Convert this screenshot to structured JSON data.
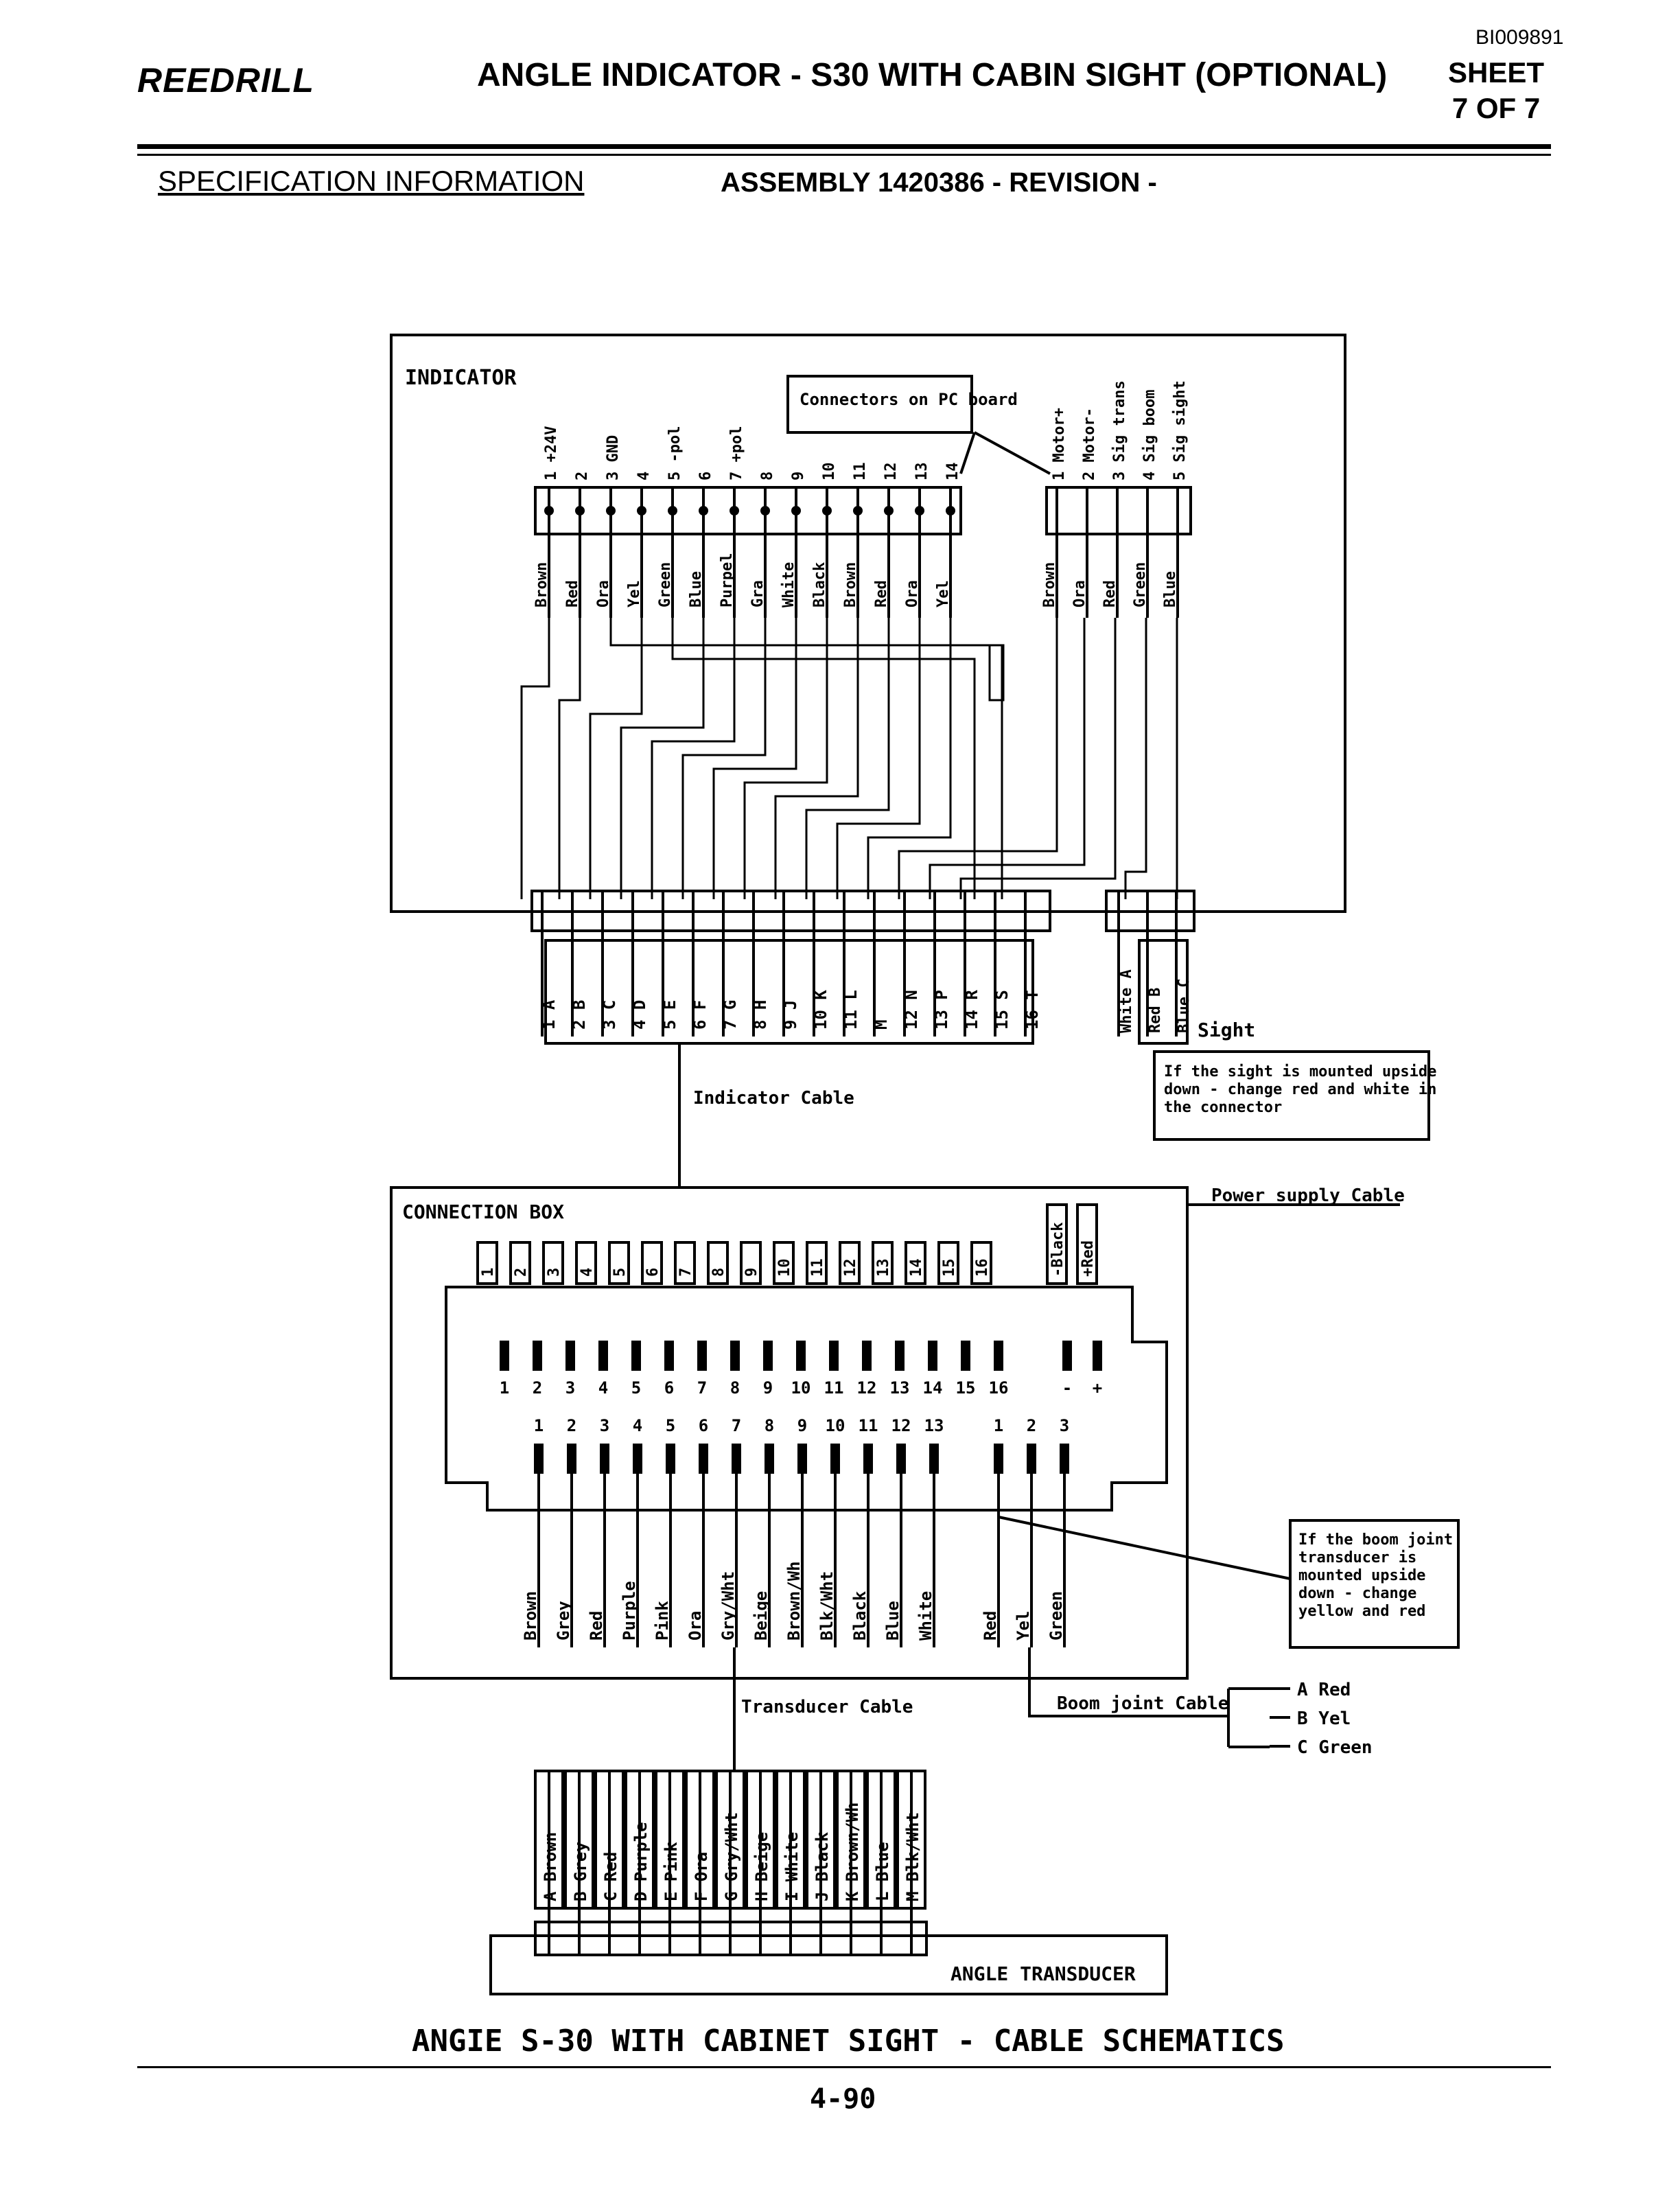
{
  "header": {
    "doc_id": "BI009891",
    "logo": "REEDRILL",
    "title": "ANGLE INDICATOR - S30 WITH CABIN SIGHT (OPTIONAL)",
    "sheet_line1": "SHEET",
    "sheet_line2": "7 OF 7",
    "spec_info": "SPECIFICATION INFORMATION",
    "assembly": "ASSEMBLY 1420386 - REVISION -"
  },
  "indicator": {
    "label": "INDICATOR",
    "pc_note": "Connectors on PC board",
    "pins_top": [
      "1 +24V",
      "2",
      "3 GND",
      "4",
      "5 -pol",
      "6",
      "7 +pol",
      "8",
      "9",
      "10",
      "11",
      "12",
      "13",
      "14"
    ],
    "wires_top": [
      "Brown",
      "Red",
      "Ora",
      "Yel",
      "Green",
      "Blue",
      "Purpel",
      "Gra",
      "White",
      "Black",
      "Brown",
      "Red",
      "Ora",
      "Yel"
    ],
    "pins_side": [
      "1 Motor+",
      "2 Motor-",
      "3 Sig trans",
      "4 Sig boom",
      "5 Sig sight"
    ],
    "wires_side": [
      "Brown",
      "Ora",
      "Red",
      "Green",
      "Blue"
    ],
    "terminal_left": [
      "1 A",
      "2 B",
      "3 C",
      "4 D",
      "5 E",
      "6 F",
      "7 G",
      "8 H",
      "9 J",
      "10 K",
      "11 L",
      "M",
      "12 N",
      "13 P",
      "14 R",
      "15 S",
      "16 T"
    ],
    "terminal_sight": [
      "White A",
      "Red B",
      "Blue C"
    ],
    "sight_label": "Sight",
    "sight_note": "If the sight is mounted upside down - change red and white in the connector",
    "cable_label": "Indicator Cable"
  },
  "connection_box": {
    "label": "CONNECTION BOX",
    "top_pins": [
      "1",
      "2",
      "3",
      "4",
      "5",
      "6",
      "7",
      "8",
      "9",
      "10",
      "11",
      "12",
      "13",
      "14",
      "15",
      "16"
    ],
    "top_extra": [
      "-Black",
      "+Red"
    ],
    "row1": [
      "1",
      "2",
      "3",
      "4",
      "5",
      "6",
      "7",
      "8",
      "9",
      "10",
      "11",
      "12",
      "13",
      "14",
      "15",
      "16",
      "-",
      "+"
    ],
    "row2": [
      "1",
      "2",
      "3",
      "4",
      "5",
      "6",
      "7",
      "8",
      "9",
      "10",
      "11",
      "12",
      "13"
    ],
    "row2b": [
      "1",
      "2",
      "3"
    ],
    "bottom_wires": [
      "Brown",
      "Grey",
      "Red",
      "Purple",
      "Pink",
      "Ora",
      "Gry/Wht",
      "Beige",
      "Brown/Wh",
      "Blk/Wht",
      "Black",
      "Blue",
      "White"
    ],
    "boom_wires": [
      "Red",
      "Yel",
      "Green"
    ],
    "boom_note": "If the boom joint transducer is mounted upside down - change yellow and red",
    "power_cable": "Power supply Cable"
  },
  "transducer": {
    "cable_label": "Transducer Cable",
    "wires": [
      "A Brown",
      "B Grey",
      "C Red",
      "D Purple",
      "E Pink",
      "F Ora",
      "G Gry/Wht",
      "H Beige",
      "I White",
      "J Black",
      "K Brown/Wh",
      "L Blue",
      "M Blk/Wht"
    ],
    "label": "ANGLE TRANSDUCER"
  },
  "boom_joint": {
    "cable_label": "Boom joint Cable",
    "legend": [
      "A Red",
      "B Yel",
      "C Green"
    ]
  },
  "footer": {
    "title": "ANGIE S-30 WITH CABINET SIGHT - CABLE SCHEMATICS",
    "page": "4-90"
  }
}
